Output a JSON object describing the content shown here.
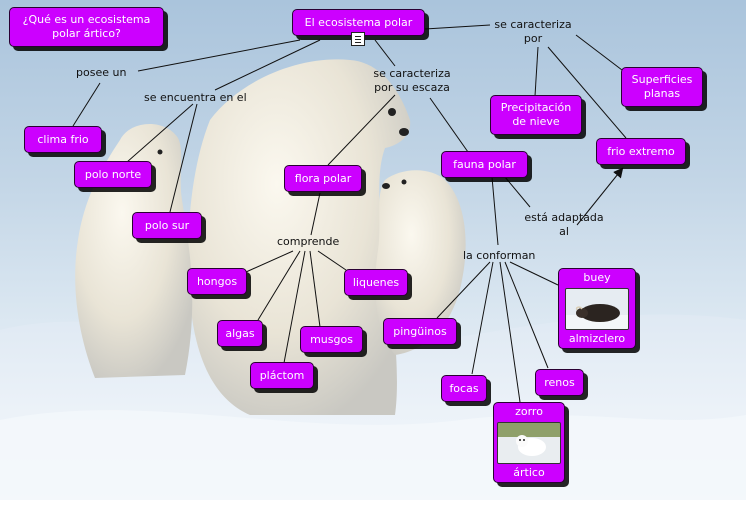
{
  "concepts": {
    "que_es": "¿Qué es un ecosistema polar ártico?",
    "ecosistema_polar": "El ecosistema polar",
    "clima_frio": "clima frio",
    "polo_norte": "polo norte",
    "polo_sur": "polo sur",
    "flora_polar": "flora polar",
    "fauna_polar": "fauna polar",
    "precipitacion": "Precipitación de nieve",
    "superficies": "Superficies planas",
    "frio_extremo": "frio extremo",
    "hongos": "hongos",
    "liquenes": "liquenes",
    "algas": "algas",
    "musgos": "musgos",
    "plactom": "pláctom",
    "pinguinos": "pingüinos",
    "focas": "focas",
    "renos": "renos",
    "buey_top": "buey",
    "buey_bottom": "almizclero",
    "zorro_top": "zorro",
    "zorro_bottom": "ártico"
  },
  "links": {
    "posee_un": "posee un",
    "se_encuentra": "se encuentra en el",
    "caracteriza_escaza": "se caracteriza por su escaza",
    "caracteriza_por": "se caracteriza por",
    "comprende": "comprende",
    "la_conforman": "la conforman",
    "adaptada": "está adaptada al"
  },
  "icons": {
    "resource": "document-icon",
    "buey_image": "musk-ox-image",
    "zorro_image": "arctic-fox-image"
  },
  "colors": {
    "node_fill": "#cc00ff",
    "node_text": "#ffffff",
    "link_text": "#111111",
    "line": "#111111"
  }
}
